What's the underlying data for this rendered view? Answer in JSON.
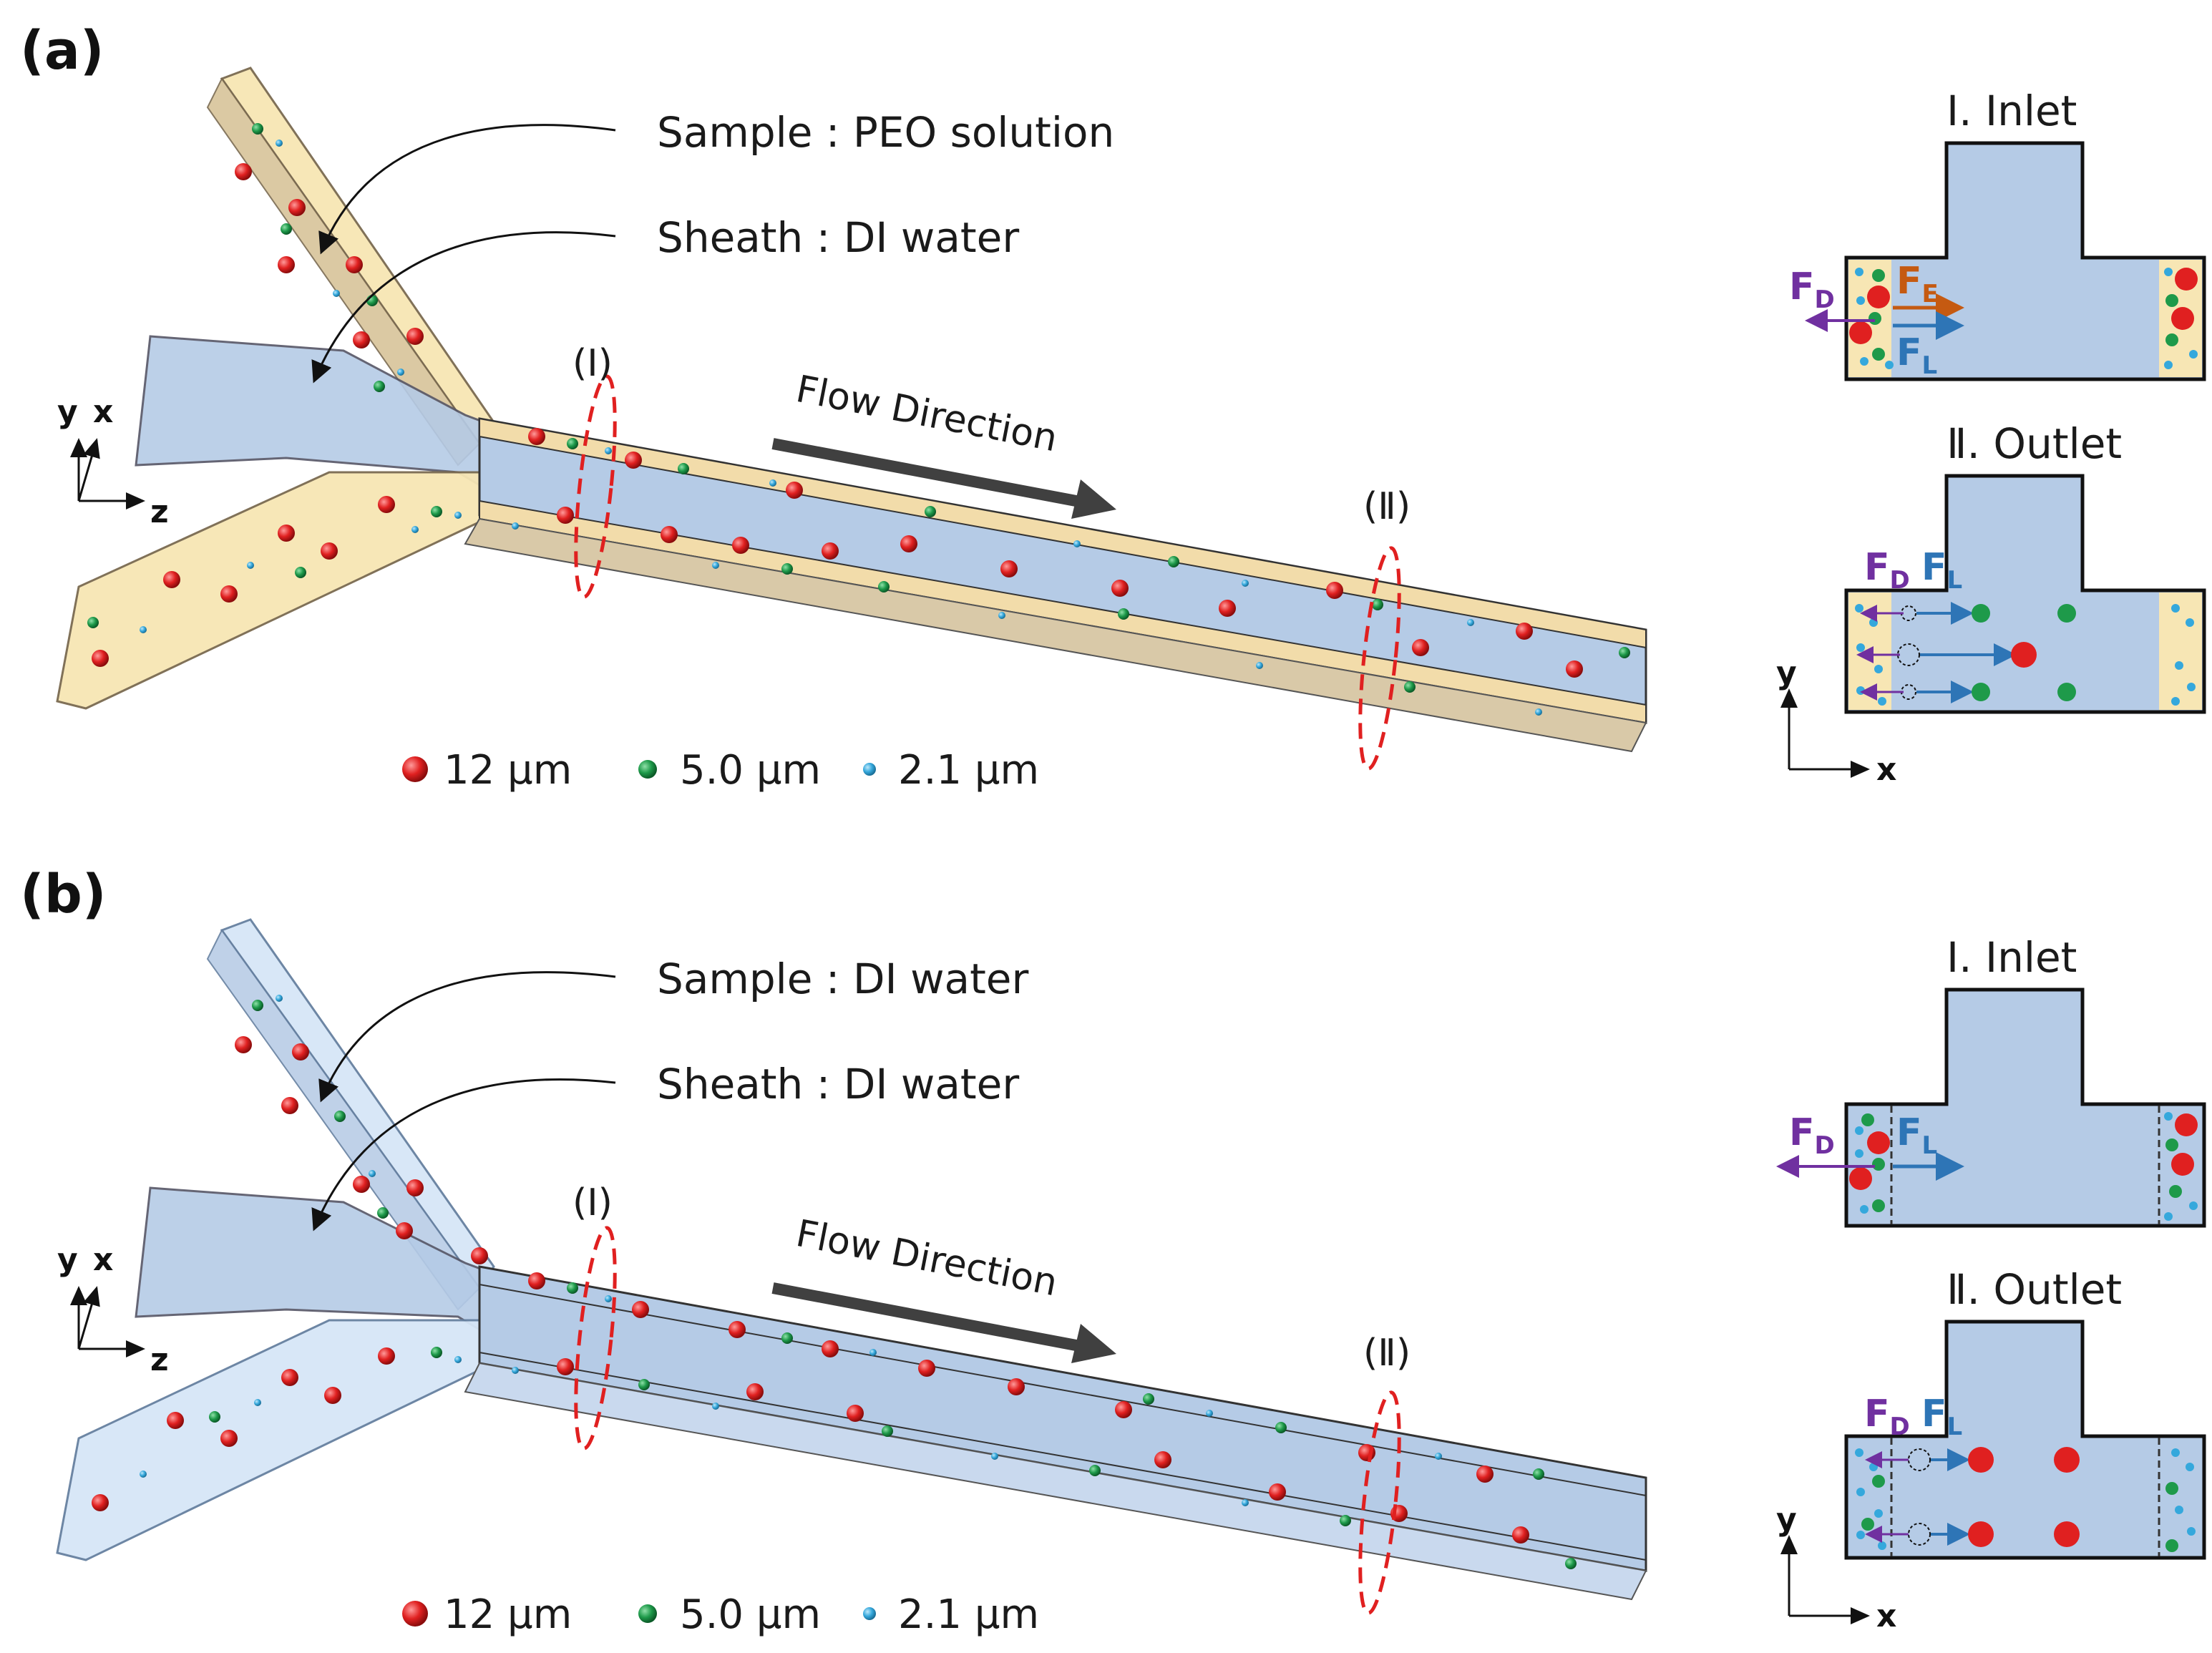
{
  "panels": [
    {
      "label": "(a)",
      "sample_label": "Sample : PEO solution",
      "sheath_label": "Sheath : DI water",
      "flow_label": "Flow Direction",
      "section1": "(Ⅰ)",
      "section2": "(Ⅱ)",
      "axes": {
        "y": "y",
        "x": "x",
        "z": "z"
      },
      "legend": [
        {
          "label": "12 μm",
          "color": "#e02020"
        },
        {
          "label": "5.0 μm",
          "color": "#1e9a4a"
        },
        {
          "label": "2.1 μm",
          "color": "#35a8dc"
        }
      ],
      "inlet": {
        "title": "Ⅰ. Inlet",
        "fD": "F",
        "fD_sub": "D",
        "fE": "F",
        "fE_sub": "E",
        "fL": "F",
        "fL_sub": "L"
      },
      "outlet": {
        "title": "Ⅱ. Outlet",
        "fD": "F",
        "fD_sub": "D",
        "fL": "F",
        "fL_sub": "L",
        "y": "y",
        "x": "x"
      },
      "sample_fill": "#f7e6b4"
    },
    {
      "label": "(b)",
      "sample_label": "Sample : DI water",
      "sheath_label": "Sheath : DI water",
      "flow_label": "Flow Direction",
      "section1": "(Ⅰ)",
      "section2": "(Ⅱ)",
      "axes": {
        "y": "y",
        "x": "x",
        "z": "z"
      },
      "legend": [
        {
          "label": "12 μm",
          "color": "#e02020"
        },
        {
          "label": "5.0 μm",
          "color": "#1e9a4a"
        },
        {
          "label": "2.1 μm",
          "color": "#35a8dc"
        }
      ],
      "inlet": {
        "title": "Ⅰ. Inlet",
        "fD": "F",
        "fD_sub": "D",
        "fL": "F",
        "fL_sub": "L"
      },
      "outlet": {
        "title": "Ⅱ. Outlet",
        "fD": "F",
        "fD_sub": "D",
        "fL": "F",
        "fL_sub": "L",
        "y": "y",
        "x": "x"
      },
      "sample_fill": "#d6e6f7"
    }
  ],
  "colors": {
    "channel_blue": "#b5cbe6",
    "outline": "#111111",
    "fD": "#7030a0",
    "fE": "#c55a11",
    "fL": "#2e75b6",
    "section_red": "#e02020",
    "arrow_gray": "#404040"
  }
}
